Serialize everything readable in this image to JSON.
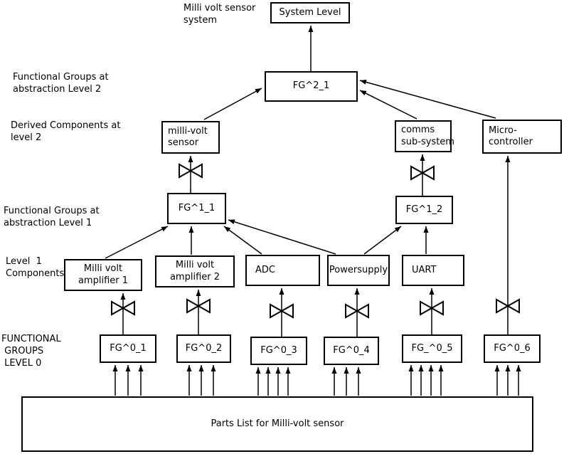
{
  "labels": {
    "title": "Milli volt sensor\nsystem",
    "fg_level2": "Functional Groups at\nabstraction Level 2",
    "derived_level2": "Derived Components at\nlevel 2",
    "fg_level1": "Functional Groups at\nabstraction Level 1",
    "level1_components": "Level  1\nComponents",
    "fg_level0": "FUNCTIONAL\n GROUPS\n LEVEL 0"
  },
  "nodes": {
    "system_level": "System Level",
    "fg2_1": "FG^2_1",
    "millivolt_sensor": "milli-volt\nsensor",
    "comms_subsystem": "comms\nsub-system",
    "microcontroller": "Micro-\ncontroller",
    "fg1_1": "FG^1_1",
    "fg1_2": "FG^1_2",
    "amplifier1": "Milli volt\namplifier 1",
    "amplifier2": "Milli volt\namplifier 2",
    "adc": "ADC",
    "powersupply": "Powersupply",
    "uart": "UART",
    "fg0_1": "FG^0_1",
    "fg0_2": "FG^0_2",
    "fg0_3": "FG^0_3",
    "fg0_4": "FG^0_4",
    "fg0_5": "FG_^0_5",
    "fg0_6": "FG^0_6",
    "parts_list": "Parts List for Milli-volt sensor"
  },
  "colors": {
    "line": "#000000",
    "background": "#ffffff",
    "box_fill": "#ffffff"
  }
}
